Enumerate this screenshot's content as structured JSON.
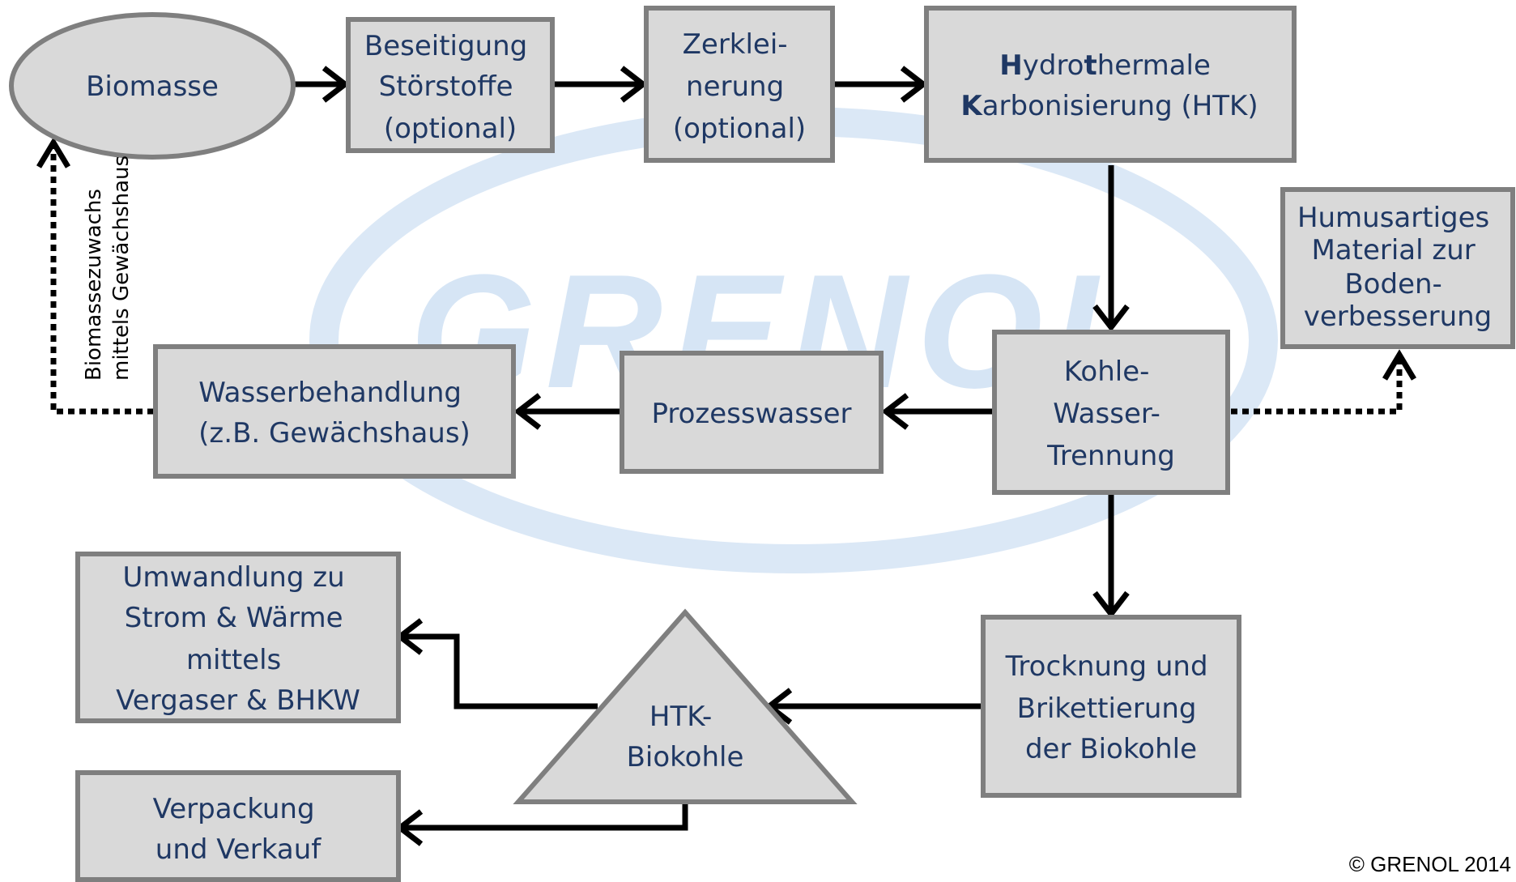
{
  "colors": {
    "node_fill": "#d9d9d9",
    "node_stroke": "#7f7f7f",
    "text": "#1f3864",
    "arrow": "#000000",
    "watermark": "#c7dcf2"
  },
  "watermark": {
    "text": "GRENOL"
  },
  "nodes": {
    "biomasse": {
      "lines": [
        "Biomasse"
      ]
    },
    "beseitigung": {
      "lines": [
        "Beseitigung",
        "Störstoffe",
        "(optional)"
      ]
    },
    "zerkleinerung": {
      "lines": [
        "Zerklei-",
        "nerung",
        "(optional)"
      ]
    },
    "htk": {
      "line1": {
        "b1": "H",
        "t1": "ydro",
        "b2": "t",
        "t2": "hermale"
      },
      "line2": {
        "b1": "K",
        "t1": "arbonisierung (HTK)"
      }
    },
    "humus": {
      "lines": [
        "Humusartiges",
        "Material zur",
        "Boden-",
        "verbesserung"
      ]
    },
    "kohle_wasser": {
      "lines": [
        "Kohle-",
        "Wasser-",
        "Trennung"
      ]
    },
    "prozesswasser": {
      "lines": [
        "Prozesswasser"
      ]
    },
    "wasserbehandlung": {
      "lines": [
        "Wasserbehandlung",
        "(z.B. Gewächshaus)"
      ]
    },
    "trocknung": {
      "lines": [
        "Trocknung und",
        "Brikettierung",
        "der Biokohle"
      ]
    },
    "htk_biokohle": {
      "lines": [
        "HTK-",
        "Biokohle"
      ]
    },
    "umwandlung": {
      "lines": [
        "Umwandlung zu",
        "Strom & Wärme",
        "mittels",
        "Vergaser & BHKW"
      ]
    },
    "verpackung": {
      "lines": [
        "Verpackung",
        "und Verkauf"
      ]
    }
  },
  "side_label": {
    "lines": [
      "Biomassezuwachs",
      "mittels Gewächshaus"
    ]
  },
  "copyright": "© GRENOL 2014"
}
